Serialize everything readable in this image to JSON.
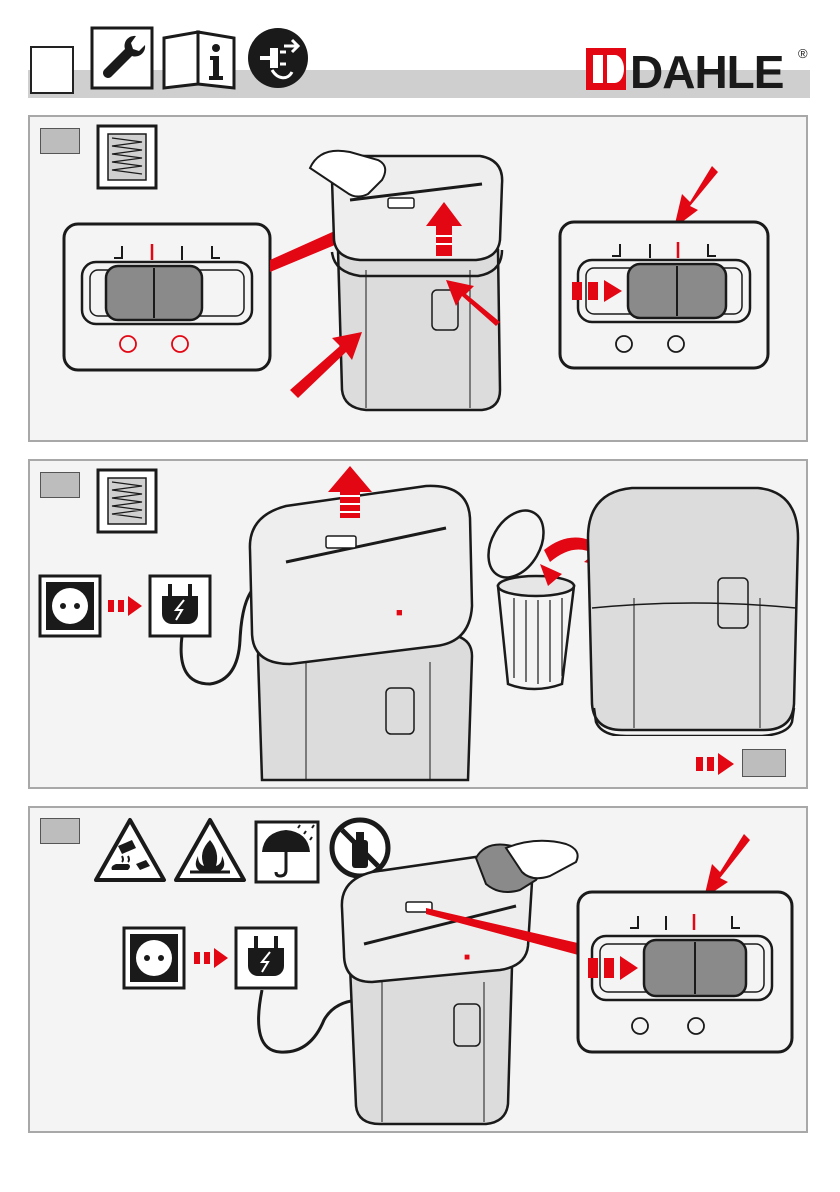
{
  "brand": {
    "logo_text": "DAHLE",
    "registered_mark": "®",
    "primary_color": "#e30613",
    "icon_color": "#1a1a1a"
  },
  "header": {
    "icons": [
      "wrench-icon",
      "manual-info-icon",
      "unplug-icon"
    ],
    "bar_color": "#cfcfcf"
  },
  "panels": [
    {
      "id": "panel-1",
      "icons": [
        "shredded-paper-icon"
      ],
      "scenes": [
        "shredder-lid-lift",
        "slider-switch-left",
        "slider-switch-right"
      ]
    },
    {
      "id": "panel-2",
      "icons": [
        "shredded-paper-icon",
        "wall-socket-icon",
        "plug-icon"
      ],
      "scenes": [
        "shredder-head-removed",
        "empty-bin",
        "basket"
      ]
    },
    {
      "id": "panel-3",
      "icons": [
        "corrosive-warning-icon",
        "flammable-warning-icon",
        "keep-dry-icon",
        "no-aerosol-icon",
        "wall-socket-icon",
        "plug-icon"
      ],
      "scenes": [
        "shredder-cleaning",
        "slider-switch-right"
      ]
    }
  ],
  "colors": {
    "panel_bg": "#f4f4f4",
    "panel_border": "#a8a8a8",
    "tab_bg": "#bdbdbd",
    "slider_gray": "#8a8a8a",
    "arrow_red": "#e30613"
  }
}
